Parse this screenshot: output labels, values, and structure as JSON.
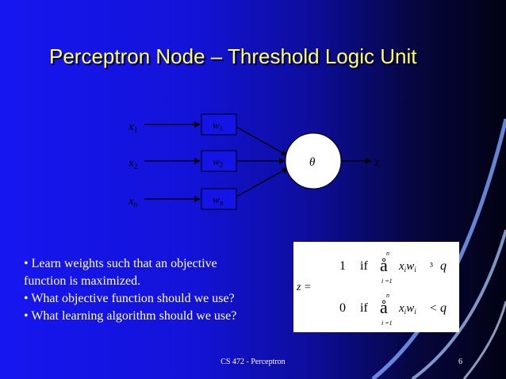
{
  "slide": {
    "title": "Perceptron Node – Threshold Logic Unit",
    "colors": {
      "background": "#1414e6",
      "title": "#ffff66",
      "text": "#ffffff",
      "node_fill": "#ffffff",
      "decor": "#9ec0ff"
    }
  },
  "diagram": {
    "inputs": [
      {
        "var": "x",
        "sub": "1"
      },
      {
        "var": "x",
        "sub": "2"
      },
      {
        "var": "x",
        "sub": "n"
      }
    ],
    "weights": [
      {
        "var": "w",
        "sub": "1"
      },
      {
        "var": "w",
        "sub": "2"
      },
      {
        "var": "w",
        "sub": "n"
      }
    ],
    "threshold": "θ",
    "output": "z"
  },
  "bullets": [
    "• Learn weights such that an objective",
    "function is maximized.",
    "• What objective function should we use?",
    "• What learning algorithm should we use?"
  ],
  "formula": {
    "lhs": "z =",
    "cases": [
      {
        "value": "1",
        "cond": "if",
        "sum_upper": "n",
        "sum_lower": "i =1",
        "sigma": "å",
        "term_x": "x",
        "term_w": "w",
        "term_sub": "i",
        "op": "³",
        "rhs": "q"
      },
      {
        "value": "0",
        "cond": "if",
        "sum_upper": "n",
        "sum_lower": "i =1",
        "sigma": "å",
        "term_x": "x",
        "term_w": "w",
        "term_sub": "i",
        "op": "<",
        "rhs": "q"
      }
    ]
  },
  "footer": {
    "center": "CS 472 - Perceptron",
    "page": "6"
  }
}
